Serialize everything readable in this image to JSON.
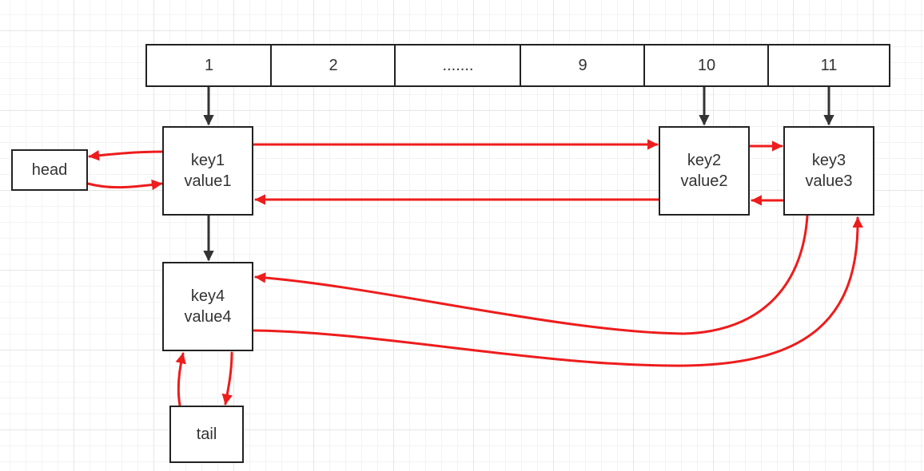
{
  "array": {
    "cells": [
      "1",
      "2",
      ".......",
      "9",
      "10",
      "11"
    ]
  },
  "nodes": {
    "node1": {
      "key": "key1",
      "value": "value1"
    },
    "node2": {
      "key": "key2",
      "value": "value2"
    },
    "node3": {
      "key": "key3",
      "value": "value3"
    },
    "node4": {
      "key": "key4",
      "value": "value4"
    }
  },
  "pointers": {
    "head": "head",
    "tail": "tail"
  },
  "colors": {
    "bucket_arrow": "#333333",
    "list_arrow": "#ee1c1c",
    "border": "#222222"
  }
}
